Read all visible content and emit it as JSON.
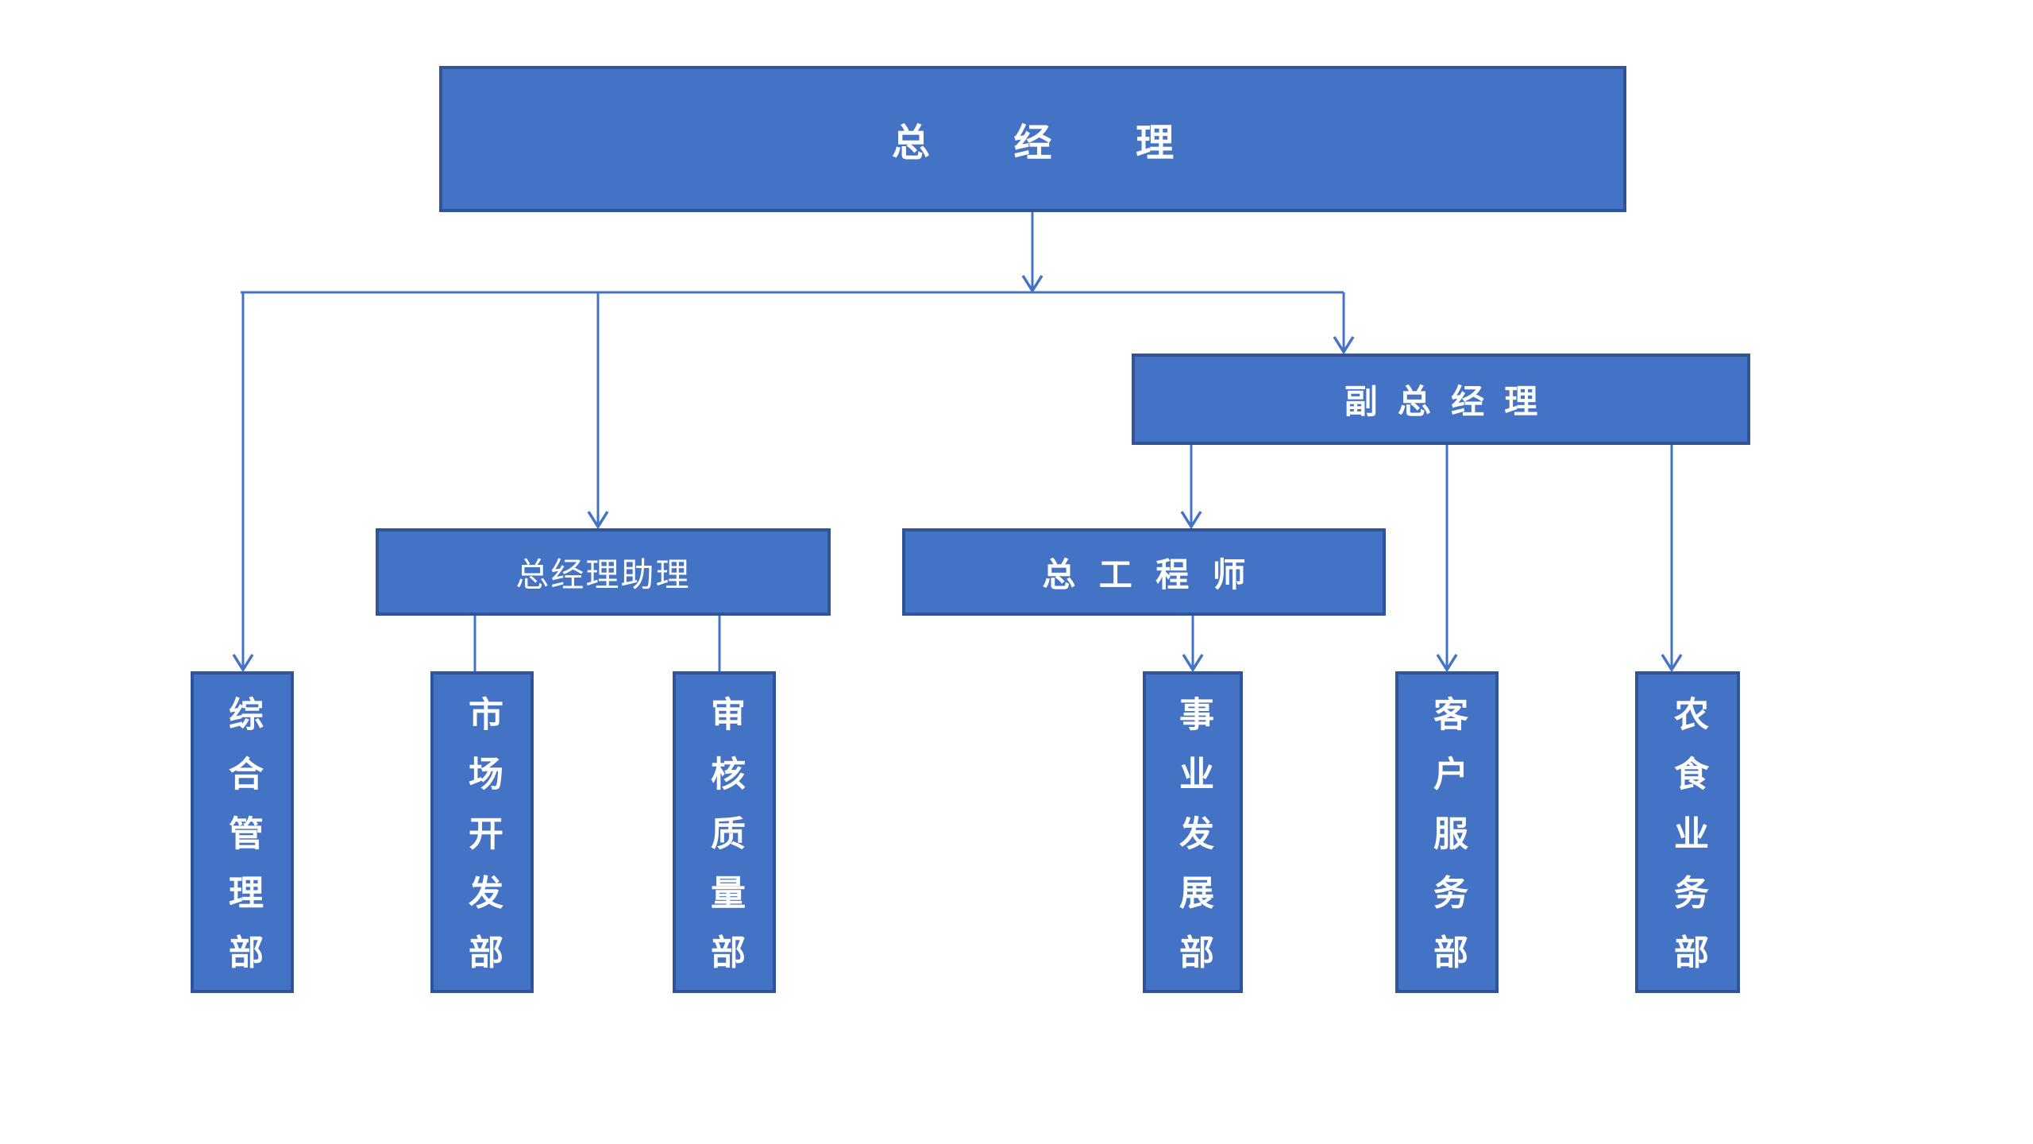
{
  "diagram": {
    "type": "org-chart",
    "background": "#FFFFFF",
    "node_fill": "#4472C4",
    "node_border": "#2E5597",
    "connector_color": "#4472C4",
    "text_color": "#FFFFFF",
    "nodes": {
      "general_manager": {
        "label": "总经理"
      },
      "deputy_general_manager": {
        "label": "副总经理"
      },
      "gm_assistant": {
        "label": "总经理助理"
      },
      "chief_engineer": {
        "label": "总工程师"
      },
      "dept_comprehensive_management": {
        "label": "综合管理部"
      },
      "dept_market_development": {
        "label": "市场开发部"
      },
      "dept_audit_quality": {
        "label": "审核质量部"
      },
      "dept_business_development": {
        "label": "事业发展部"
      },
      "dept_customer_service": {
        "label": "客户服务部"
      },
      "dept_agri_food_business": {
        "label": "农食业务部"
      }
    },
    "edges": [
      {
        "from": "总经理",
        "to": "副总经理",
        "arrowhead": true
      },
      {
        "from": "总经理",
        "to": "总经理助理",
        "arrowhead": true
      },
      {
        "from": "总经理",
        "to": "综合管理部",
        "arrowhead": true
      },
      {
        "from": "副总经理",
        "to": "总工程师",
        "arrowhead": true
      },
      {
        "from": "副总经理",
        "to": "客户服务部",
        "arrowhead": true
      },
      {
        "from": "副总经理",
        "to": "农食业务部",
        "arrowhead": true
      },
      {
        "from": "总工程师",
        "to": "事业发展部",
        "arrowhead": true
      },
      {
        "from": "总经理助理",
        "to": "市场开发部",
        "arrowhead": false
      },
      {
        "from": "总经理助理",
        "to": "审核质量部",
        "arrowhead": false
      }
    ]
  }
}
